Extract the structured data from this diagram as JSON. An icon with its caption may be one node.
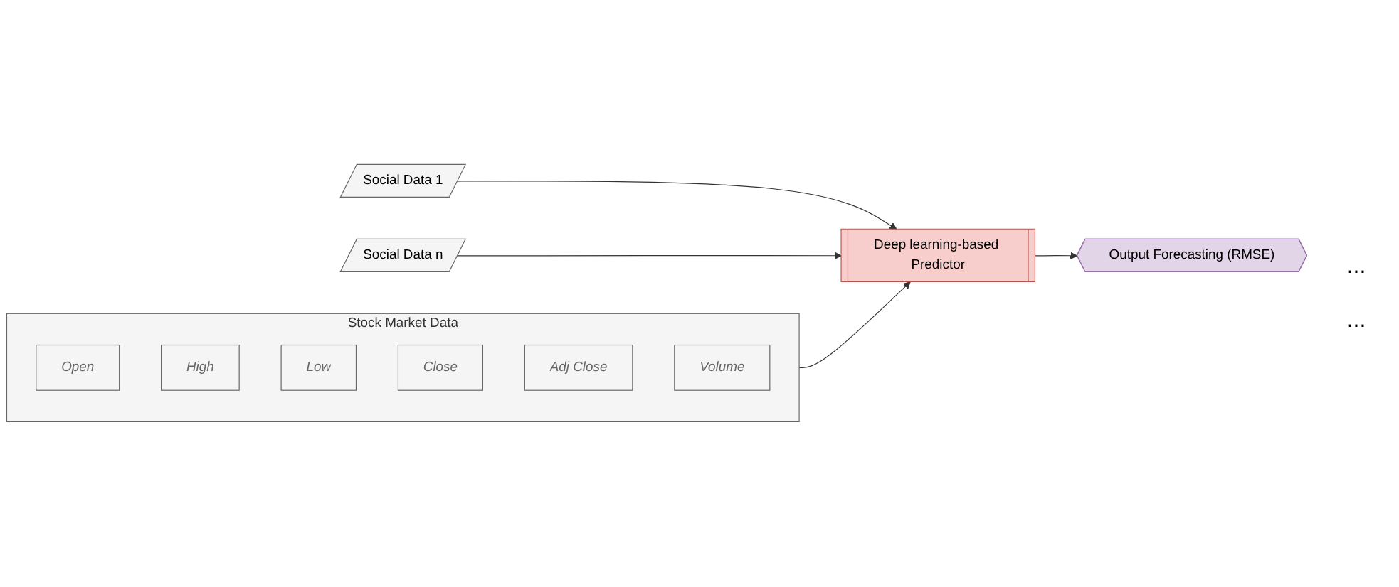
{
  "diagram": {
    "nodes": [
      {
        "text": [
          "Stock Market Data"
        ]
      },
      {
        "text": [
          "Open"
        ],
        "in": 0
      },
      {
        "text": [
          "High"
        ],
        "in": 0
      },
      {
        "text": [
          "Low"
        ],
        "in": 0
      },
      {
        "text": [
          "Close"
        ],
        "in": 0
      },
      {
        "text": [
          "Adj Close"
        ],
        "in": 0
      },
      {
        "text": [
          "Volume"
        ],
        "in": 0
      },
      {
        "text": [
          "Deep learning-based Predictor"
        ]
      },
      {
        "text": [
          "Output Forecasting (RMSE)"
        ]
      },
      {
        "text": [
          "Social Data 1"
        ]
      },
      {
        "text": [
          "Social Data n"
        ]
      }
    ],
    "edges": [
      {
        "from": 0,
        "to": 7,
        "arrow": "to"
      },
      {
        "from": 7,
        "to": 8,
        "arrow": "to"
      },
      {
        "from": 9,
        "to": 7,
        "arrow": "to"
      },
      {
        "from": 10,
        "to": 7,
        "arrow": "to"
      }
    ],
    "labels": [
      "...",
      "..."
    ]
  }
}
